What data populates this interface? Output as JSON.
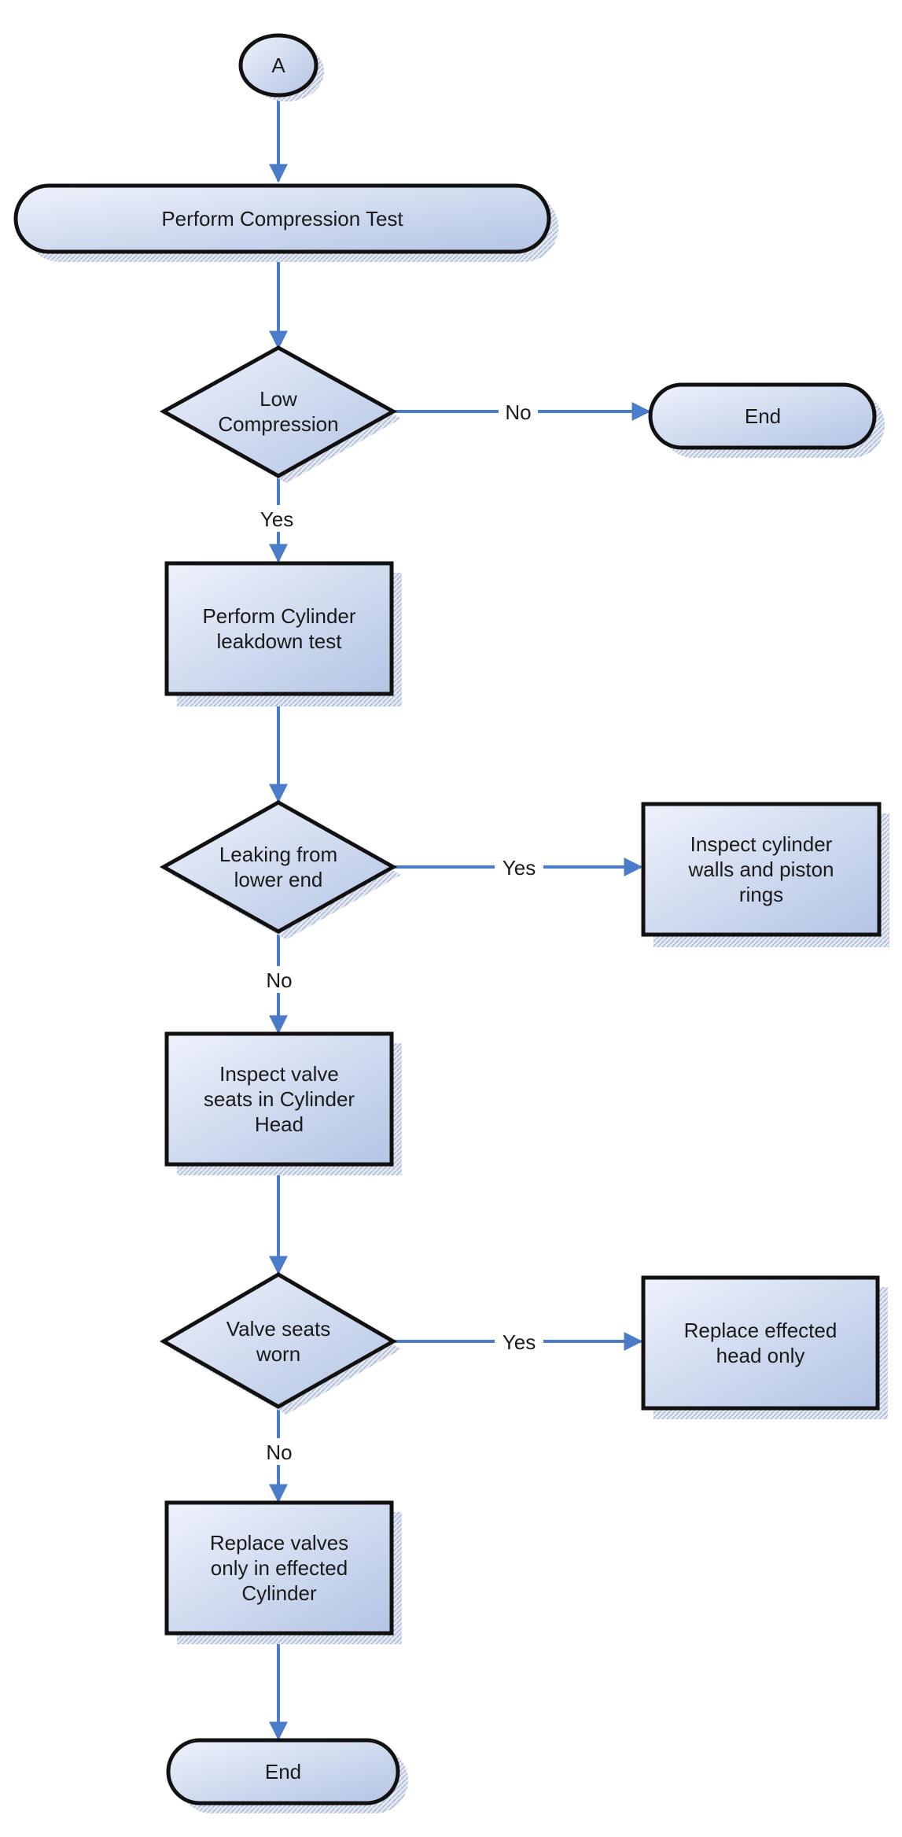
{
  "nodes": {
    "start": {
      "label": [
        "A"
      ]
    },
    "compression_test": {
      "label": [
        "Perform Compression Test"
      ]
    },
    "low_compression": {
      "label": [
        "Low",
        "Compression"
      ]
    },
    "end_1": {
      "label": [
        "End"
      ]
    },
    "leakdown_test": {
      "label": [
        "Perform Cylinder",
        "leakdown test"
      ]
    },
    "leaking_lower": {
      "label": [
        "Leaking from",
        "lower end"
      ]
    },
    "inspect_walls": {
      "label": [
        "Inspect cylinder",
        "walls and piston",
        "rings"
      ]
    },
    "inspect_valve_seats": {
      "label": [
        "Inspect valve",
        "seats in Cylinder",
        "Head"
      ]
    },
    "valve_seats_worn": {
      "label": [
        "Valve seats",
        "worn"
      ]
    },
    "replace_head": {
      "label": [
        "Replace effected",
        "head only"
      ]
    },
    "replace_valves": {
      "label": [
        "Replace valves",
        "only in effected",
        "Cylinder"
      ]
    },
    "end_2": {
      "label": [
        "End"
      ]
    }
  },
  "edges": {
    "low_no": "No",
    "low_yes": "Yes",
    "leaking_yes": "Yes",
    "leaking_no": "No",
    "worn_yes": "Yes",
    "worn_no": "No"
  },
  "colors": {
    "edge": "#4a7cc9",
    "fill_top": "#eef2fb",
    "fill_bottom": "#b3c4e4",
    "stroke": "#111111"
  }
}
